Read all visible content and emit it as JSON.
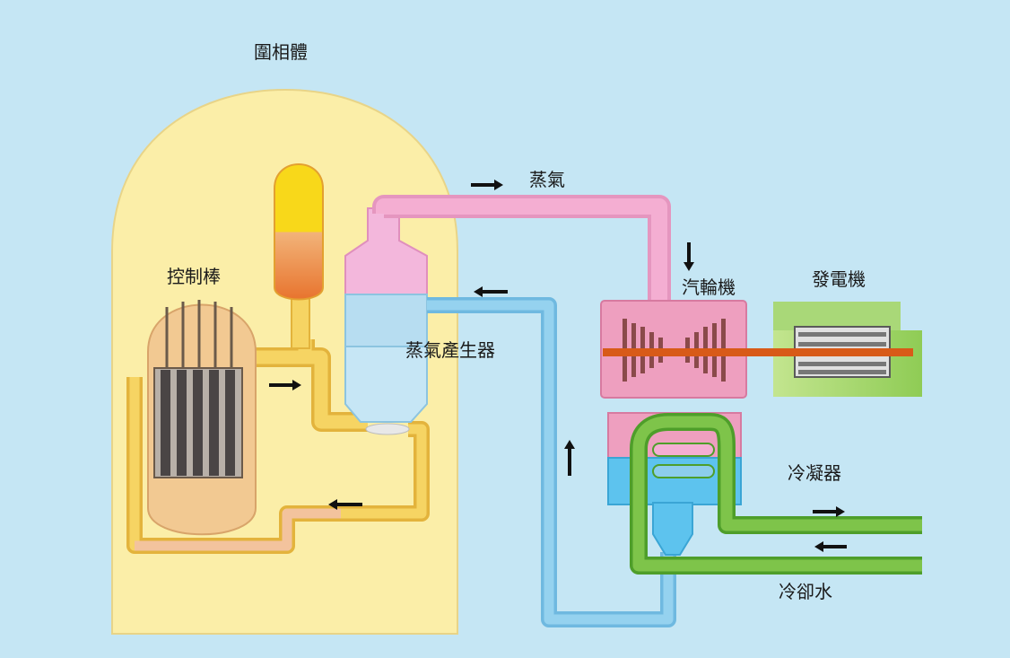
{
  "labels": {
    "containment": "圍相體",
    "control_rods": "控制棒",
    "steam": "蒸氣",
    "steam_generator": "蒸氣產生器",
    "turbine": "汽輪機",
    "generator": "發電機",
    "condenser": "冷凝器",
    "cooling_water": "冷卻水"
  },
  "colors": {
    "background": "#c5e6f4",
    "containment": "#fbeea8",
    "primary_loop": "#f5cd4a",
    "steam_loop": "#f0a0c8",
    "feedwater_loop": "#8ccdec",
    "cooling_loop": "#7ec44a",
    "generator": "#a9d878",
    "turbine": "#ee9fbf",
    "reactor_vessel": "#f2c992",
    "pressurizer_top": "#f8d81a"
  }
}
